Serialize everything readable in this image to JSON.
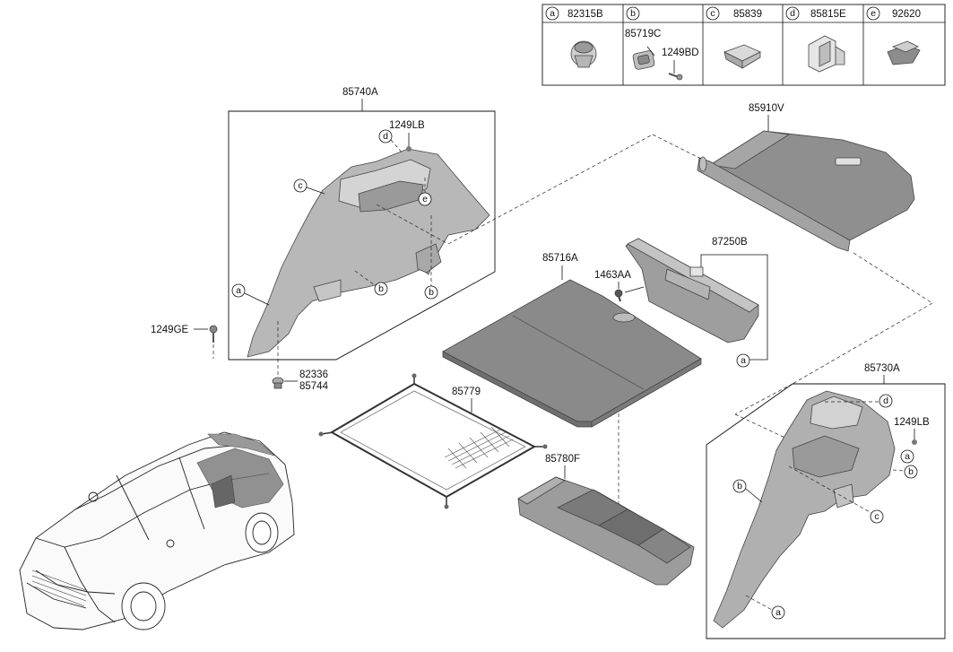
{
  "legend": {
    "cells": [
      {
        "letter": "a",
        "codes": [
          "82315B"
        ]
      },
      {
        "letter": "b",
        "codes": [
          "85719C",
          "1249BD"
        ]
      },
      {
        "letter": "c",
        "codes": [
          "85839"
        ]
      },
      {
        "letter": "d",
        "codes": [
          "85815E"
        ]
      },
      {
        "letter": "e",
        "codes": [
          "92620"
        ]
      }
    ]
  },
  "left_trim": {
    "title": "85740A",
    "fastener": "1249LB",
    "screw": "1249GE",
    "clip_a": "82336",
    "clip_b": "85744",
    "callouts": [
      "d",
      "c",
      "e",
      "a",
      "b",
      "b"
    ]
  },
  "cover": {
    "code": "85910V"
  },
  "sill": {
    "code": "87250B",
    "bolt": "1463AA",
    "callout": "a"
  },
  "board": {
    "code": "85716A"
  },
  "net": {
    "code": "85779"
  },
  "tray": {
    "code": "85780F"
  },
  "right_trim": {
    "title": "85730A",
    "fastener": "1249LB",
    "callouts": [
      "d",
      "a",
      "b",
      "b",
      "c",
      "a"
    ]
  }
}
